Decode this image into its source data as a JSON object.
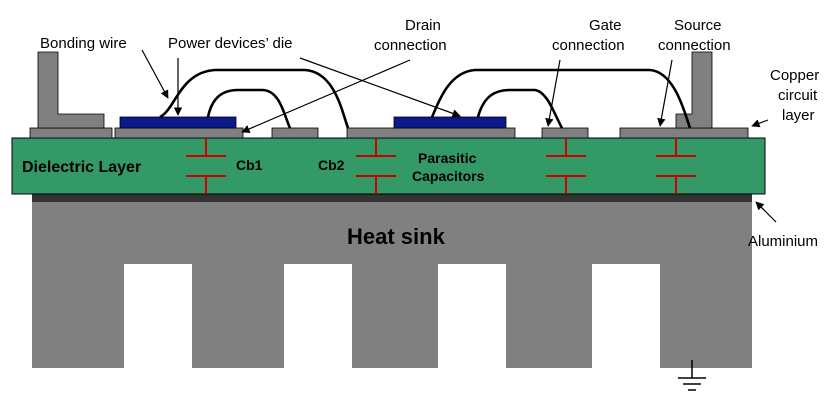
{
  "labels": {
    "bonding_wire": "Bonding wire",
    "power_devices_die": "Power devices’ die",
    "drain_line1": "Drain",
    "drain_line2": "connection",
    "gate_line1": "Gate",
    "gate_line2": "connection",
    "source_line1": "Source",
    "source_line2": "connection",
    "copper_line1": "Copper",
    "copper_line2": "circuit",
    "copper_line3": "layer",
    "dielectric_layer": "Dielectric Layer",
    "cb1": "Cb1",
    "cb2": "Cb2",
    "parasitic_line1": "Parasitic",
    "parasitic_line2": "Capacitors",
    "heat_sink": "Heat sink",
    "aluminium": "Aluminium"
  },
  "colors": {
    "dielectric": "#339966",
    "copper": "#808080",
    "heat_sink": "#808080",
    "aluminium": "#333333",
    "die": "#0a1a8a",
    "capacitor": "#cc0000",
    "wire": "#000000"
  }
}
